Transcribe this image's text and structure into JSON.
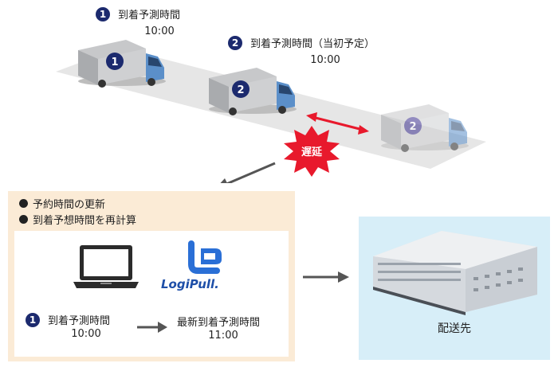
{
  "top": {
    "label1": {
      "badge": "1",
      "text": "到着予測時間",
      "time": "10:00"
    },
    "label2": {
      "badge": "2",
      "text": "到着予測時間（当初予定）",
      "time": "10:00"
    },
    "truck1_badge": "1",
    "truck2_badge": "2",
    "truck3_badge": "2",
    "delay_text": "遅延"
  },
  "system": {
    "bullets": [
      "予約時間の更新",
      "到着予想時間を再計算"
    ],
    "logo_text": "LogiPull.",
    "before": {
      "badge": "1",
      "text": "到着予測時間",
      "time": "10:00"
    },
    "after": {
      "text": "最新到着予測時間",
      "time": "11:00"
    }
  },
  "destination": {
    "label": "配送先"
  },
  "colors": {
    "badge_dark": "#1c2a6e",
    "badge_light": "#7a6fb8",
    "delay_red": "#e8192c",
    "arrow_red": "#e8192c",
    "cream_panel": "#fbebd6",
    "destination_panel": "#d7eef8",
    "road": "#e6e6e6",
    "truck_cab": "#5b8fc9",
    "arrow_gray": "#555555"
  }
}
